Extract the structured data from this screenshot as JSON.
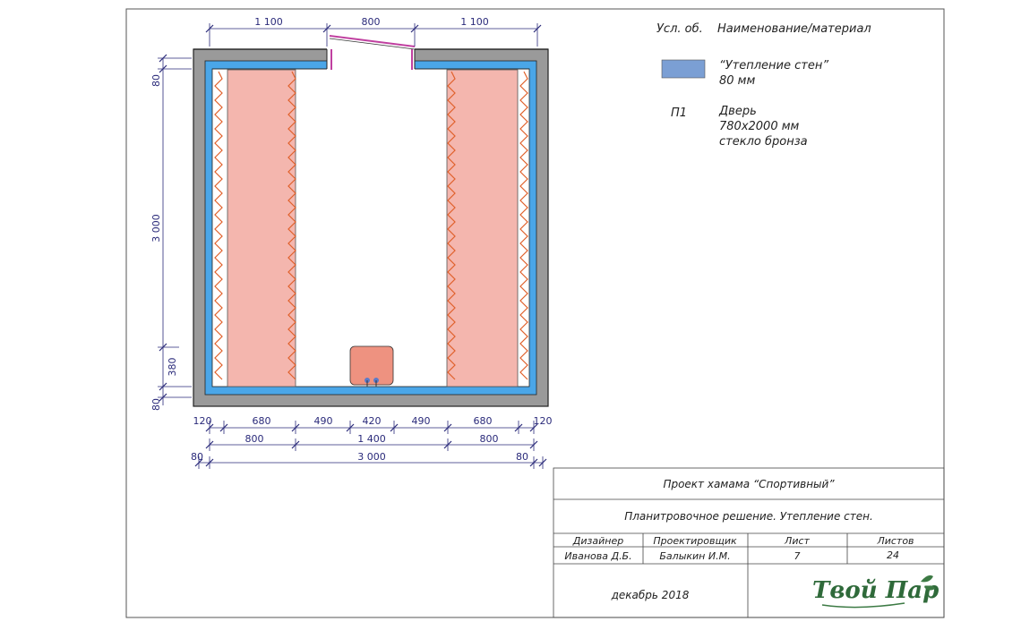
{
  "dimensions": {
    "top": [
      "1 100",
      "800",
      "1 100"
    ],
    "left": [
      "80",
      "3 000",
      "380",
      "80"
    ],
    "bottom_row1": [
      "120",
      "680",
      "490",
      "420",
      "490",
      "680",
      "120"
    ],
    "bottom_row2": [
      "800",
      "1 400",
      "800"
    ],
    "bottom_row3": [
      "80",
      "3 000",
      "80"
    ]
  },
  "legend": {
    "header_symbol": "Усл. об.",
    "header_name": "Наименование/материал",
    "items": [
      {
        "symbol": "",
        "line1": "“Утепление стен”",
        "line2": "80 мм",
        "line3": "",
        "color": "#7b9fd4"
      },
      {
        "symbol": "П1",
        "line1": "Дверь",
        "line2": "780x2000 мм",
        "line3": "стекло бронза",
        "color": ""
      }
    ]
  },
  "title_block": {
    "project": "Проект хамама “Спортивный”",
    "sheet_title": "Планитровочное решение. Утепление стен.",
    "headers": [
      "Дизайнер",
      "Проектировщик",
      "Лист",
      "Листов"
    ],
    "values": [
      "Иванова Д.Б.",
      "Балыкин И.М.",
      "7",
      "24"
    ],
    "date": "декабрь 2018",
    "logo_text": "Твой Пар"
  },
  "colors": {
    "wall": "#9a9a9a",
    "insulation": "#4aa6e8",
    "bench": "#f4b6ae",
    "heater": "#ee9280",
    "dim_line": "#2a2a7a",
    "zigzag": "#e0602a",
    "door": "#c040a0"
  }
}
